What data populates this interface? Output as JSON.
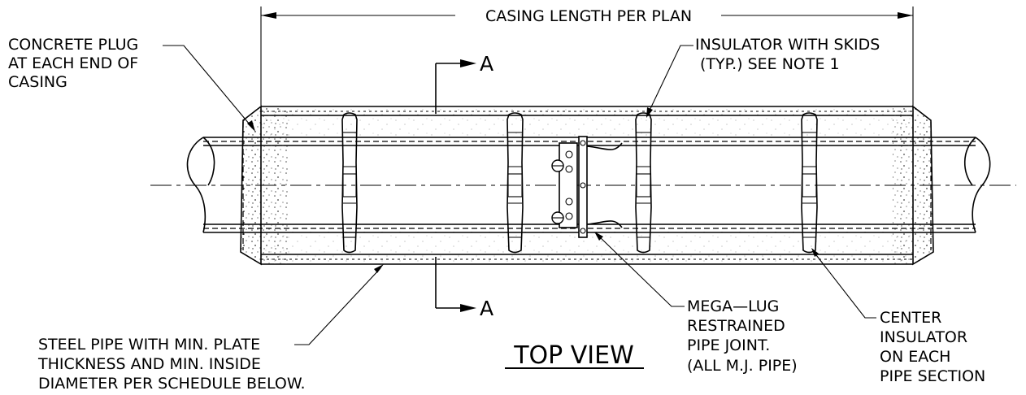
{
  "title": "TOP VIEW",
  "dimension": {
    "label": "CASING LENGTH PER PLAN"
  },
  "section_marks": {
    "top": "A",
    "bottom": "A"
  },
  "callouts": {
    "concrete_plug": [
      "CONCRETE PLUG",
      "AT EACH END OF",
      "CASING"
    ],
    "insulator": [
      "INSULATOR WITH SKIDS",
      "(TYP.) SEE NOTE 1"
    ],
    "steel_pipe": [
      "STEEL PIPE WITH MIN. PLATE",
      "THICKNESS AND MIN. INSIDE",
      "DIAMETER PER SCHEDULE BELOW."
    ],
    "mega_lug": [
      "MEGA—LUG",
      "RESTRAINED",
      "PIPE JOINT.",
      "(ALL M.J. PIPE)"
    ],
    "center_insulator": [
      "CENTER",
      "INSULATOR",
      "ON EACH",
      "PIPE SECTION"
    ]
  }
}
